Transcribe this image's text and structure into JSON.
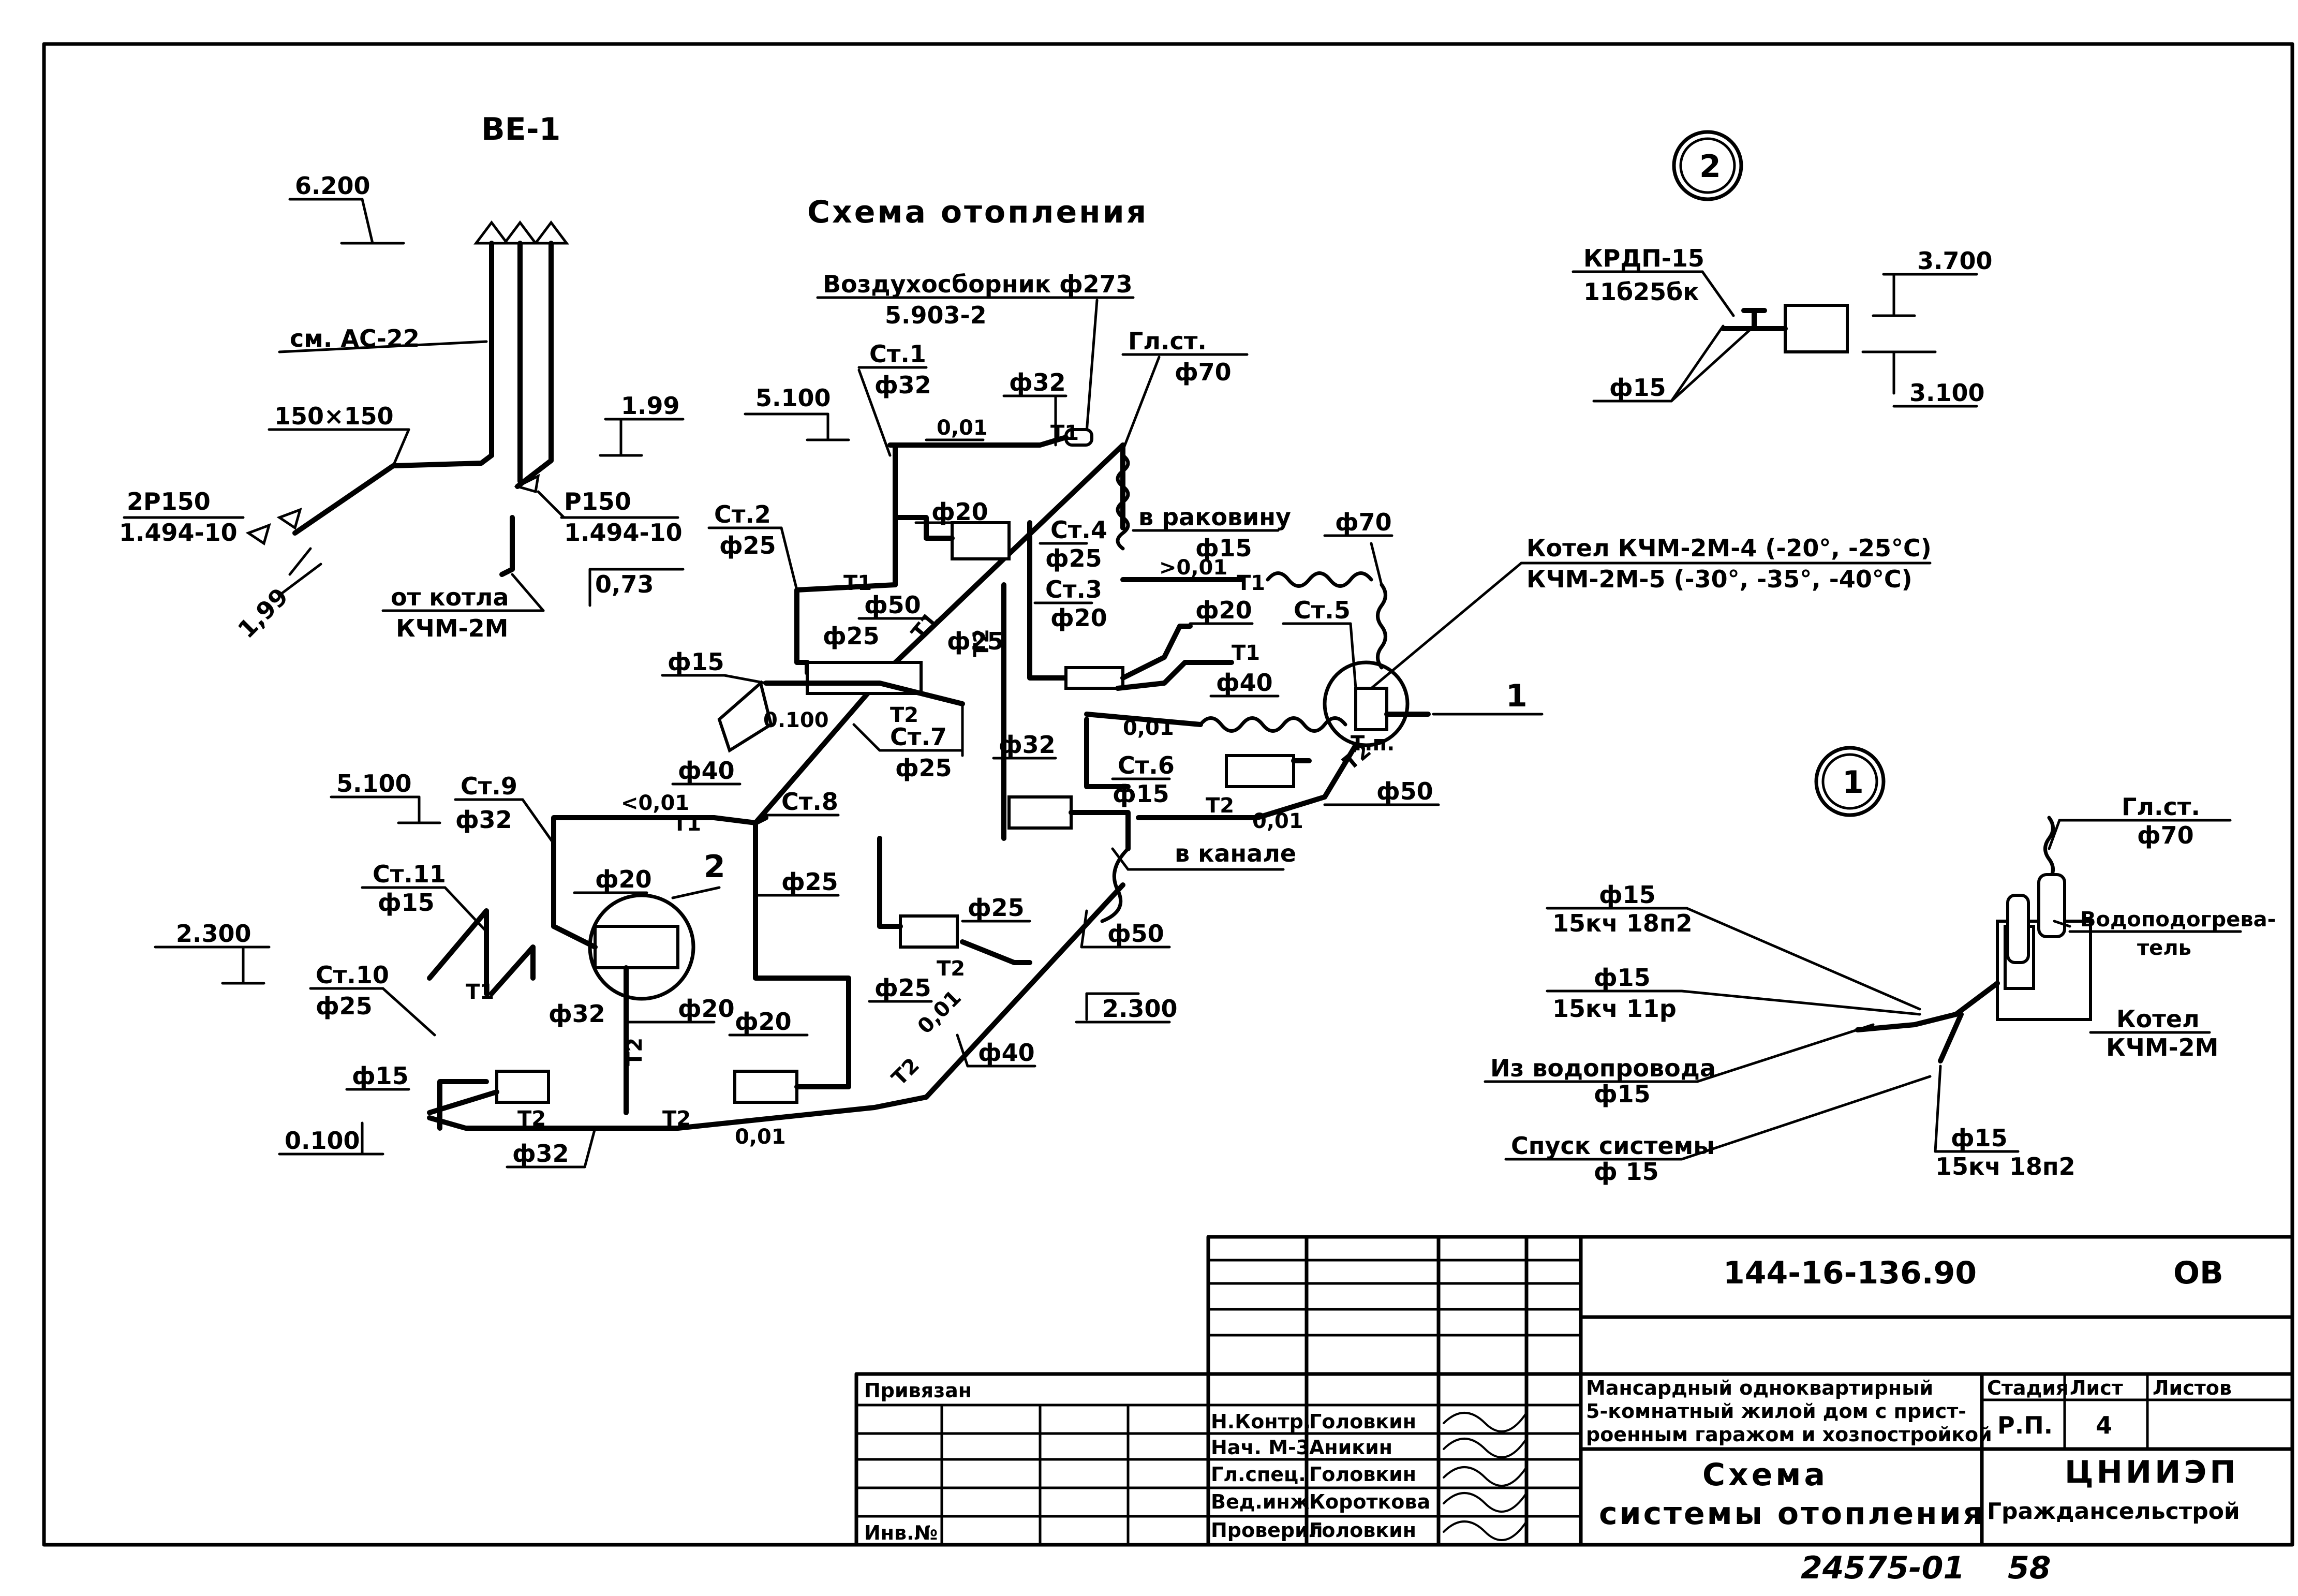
{
  "title_be": "ВЕ-1",
  "scheme_title": "Схема отопления",
  "vent": {
    "elev_top": "6.200",
    "see_ref": "см. АС-22",
    "duct_size": "150×150",
    "grille1": "2Р150",
    "grille1_code": "1.494-10",
    "grille2": "Р150",
    "grille2_code": "1.494-10",
    "elev_1_99": "1.99",
    "elev_1_99b": "1,99",
    "elev_0_73": "0,73",
    "from_boiler": "от котла",
    "boiler_model": "КЧМ-2М"
  },
  "heating": {
    "air_collector": "Воздухосборник ф273",
    "air_collector_code": "5.903-2",
    "gl_st": "Гл.ст.",
    "d70": "ф70",
    "st1": "Ст.1",
    "d32a": "ф32",
    "d32b": "ф32",
    "elev_5_100a": "5.100",
    "slope001a": "0,01",
    "t1a": "Т1",
    "d20a": "ф20",
    "st2": "Ст.2",
    "d25a": "ф25",
    "st4": "Ст.4",
    "d25b": "ф25",
    "to_sink": "в раковину",
    "d15a": "ф15",
    "slope001b": ">0,01",
    "t1b": "Т1",
    "d70b": "ф70",
    "st3": "Ст.3",
    "d20b": "ф20",
    "d20c": "ф20",
    "st5": "Ст.5",
    "d50a": "ф50",
    "d15b": "ф15",
    "d25c": "ф25",
    "d25d": "ф25",
    "t1c": "Т1",
    "t2a": "Т2",
    "d40a": "ф40",
    "t2b": "Т2",
    "st7": "Ст.7",
    "d25e": "ф25",
    "d32c": "ф32",
    "slope001c": "0,01",
    "st6": "Ст.6",
    "d15c": "ф15",
    "t2c": "Т2",
    "slope001d": "0,01",
    "d50b": "ф50",
    "d40b": "ф40",
    "t1d": "Т1",
    "elev_0100a": "0.100",
    "elev_5_100b": "5.100",
    "st9": "Ст.9",
    "d32d": "ф32",
    "slope001e": "<0,01",
    "t1e": "Т1",
    "st8": "Ст.8",
    "d25f": "ф25",
    "st11": "Ст.11",
    "d15d": "ф15",
    "d20d": "ф20",
    "mark2": "2",
    "elev_2_300a": "2.300",
    "st10": "Ст.10",
    "d25g": "ф25",
    "t1f": "Т1",
    "d32e": "ф32",
    "d20e": "ф20",
    "t2d": "Т2",
    "d25h": "ф25",
    "t2e": "Т2",
    "d25i": "ф25",
    "in_channel": "в канале",
    "d50c": "ф50",
    "elev_2_300b": "2.300",
    "slope001f": "0,01",
    "d40c": "ф40",
    "d20f": "ф20",
    "t2f": "Т2",
    "d15e": "ф15",
    "elev_0100b": "0.100",
    "t2g": "Т2",
    "t2h": "Т2",
    "slope001g": "0,01",
    "d32f": "ф32",
    "t_fill": "Т.п.",
    "mark1": "1",
    "boiler1": "Котел КЧМ-2М-4 (-20°, -25°С)",
    "boiler2": "КЧМ-2М-5 (-30°, -35°, -40°С)"
  },
  "detail2": {
    "num": "2",
    "valve": "КРДП-15",
    "valve_code": "11б25бк",
    "elev_top": "3.700",
    "elev_bot": "3.100",
    "d15": "ф15"
  },
  "detail1": {
    "num": "1",
    "gl_st": "Гл.ст.",
    "d70": "ф70",
    "heater": "Водоподогрева-",
    "heater2": "тель",
    "boiler": "Котел",
    "boiler_model": "КЧМ-2М",
    "d15a": "ф15",
    "valve_a": "15кч 18п2",
    "d15b": "ф15",
    "valve_b": "15кч 11р",
    "from_water": "Из водопровода",
    "d15c": "ф15",
    "drain": "Спуск системы",
    "d15d": "ф 15",
    "d15e": "ф15",
    "valve_c": "15кч 18п2"
  },
  "titleblock": {
    "code": "144-16-136.90",
    "sheet_mark": "ОВ",
    "bound": "Привязан",
    "inv": "Инв.№",
    "roles": [
      "Н.Контр.",
      "Нач. М-3",
      "Гл.спец.",
      "Вед.инж.",
      "Проверил"
    ],
    "names": [
      "Головкин",
      "Аникин",
      "Головкин",
      "Короткова",
      "Головкин"
    ],
    "project1": "Мансардный одноквартирный",
    "project2": "5-комнатный жилой дом с прист-",
    "project3": "роенным гаражом и хозпостройкой",
    "stage_h": "Стадия",
    "sheet_h": "Лист",
    "sheets_h": "Листов",
    "stage": "Р.П.",
    "sheet": "4",
    "drawing1": "Схема",
    "drawing2": "системы отопления",
    "org1": "ЦНИИЭП",
    "org2": "Граждансельстрой",
    "bottom_num": "24575-01",
    "bottom_page": "58"
  }
}
